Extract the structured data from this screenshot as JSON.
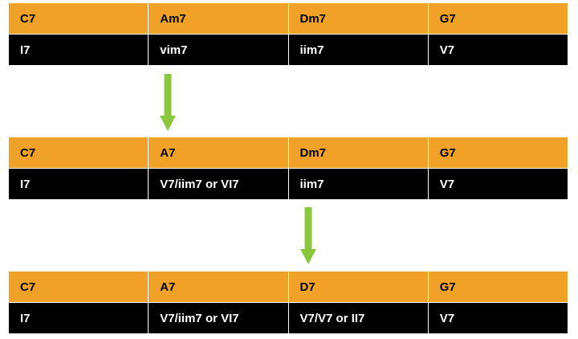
{
  "progressions": [
    {
      "chords": [
        "C7",
        "Am7",
        "Dm7",
        "G7"
      ],
      "functions": [
        "I7",
        "vim7",
        "iim7",
        "V7"
      ]
    },
    {
      "chords": [
        "C7",
        "A7",
        "Dm7",
        "G7"
      ],
      "functions": [
        "I7",
        "V7/iim7 or VI7",
        "iim7",
        "V7"
      ]
    },
    {
      "chords": [
        "C7",
        "A7",
        "D7",
        "G7"
      ],
      "functions": [
        "I7",
        "V7/iim7 or VI7",
        "V7/V7 or II7",
        "V7"
      ]
    }
  ],
  "colors": {
    "chord_row_bg": "#f0a128",
    "function_row_bg": "#000000",
    "arrow": "#8cc63f"
  },
  "icons": {
    "transition": "arrow-down-icon"
  }
}
